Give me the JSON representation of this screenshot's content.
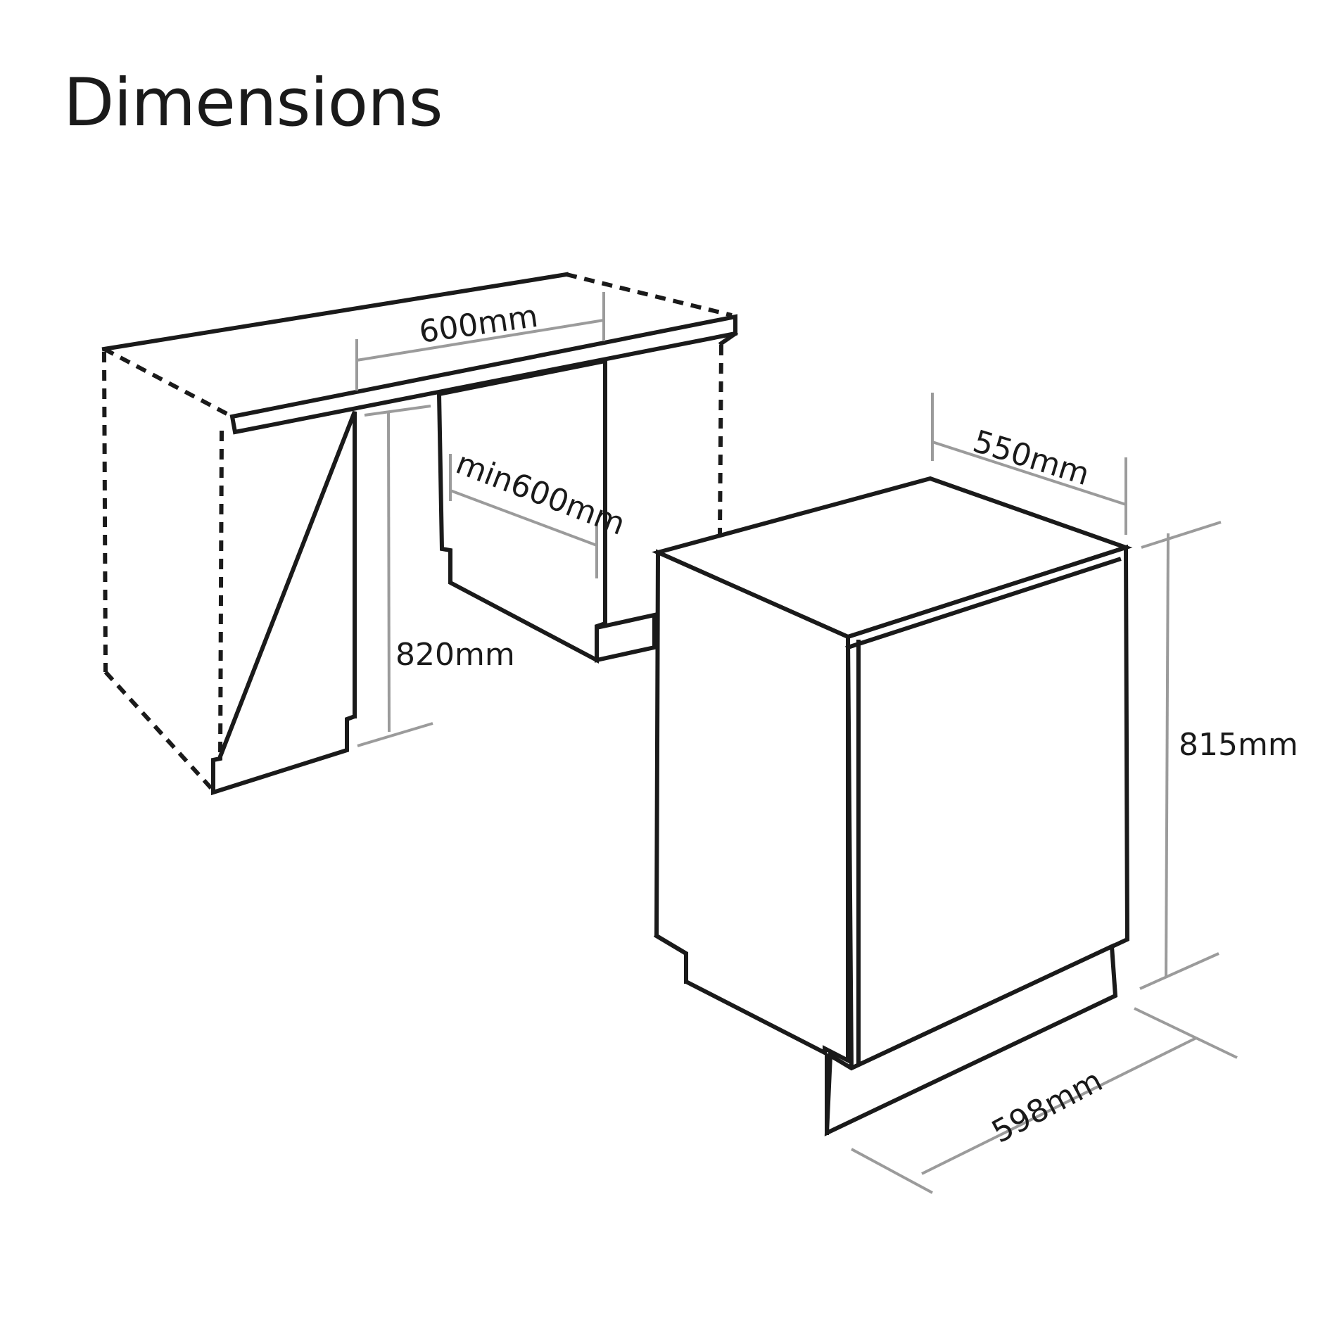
{
  "title": "Dimensions",
  "labels": {
    "worktop_width": "600mm",
    "recess_width": "min600mm",
    "recess_height": "820mm",
    "appliance_depth": "550mm",
    "appliance_height": "815mm",
    "appliance_width": "598mm"
  },
  "colors": {
    "outline": "#1a1a1a",
    "dimension_line": "#9b9b9b",
    "background": "#ffffff"
  }
}
